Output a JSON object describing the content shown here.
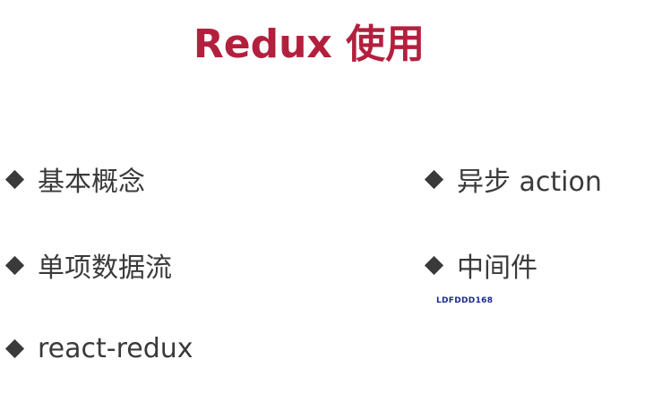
{
  "slide": {
    "title": "Redux 使用",
    "left_column": [
      {
        "label": "基本概念"
      },
      {
        "label": "单项数据流"
      },
      {
        "label": "react-redux"
      }
    ],
    "right_column": [
      {
        "label": "异步 action"
      },
      {
        "label": "中间件"
      }
    ],
    "watermark": "LDFDDD168"
  },
  "colors": {
    "title": "#b3203e",
    "text": "#3a3a3a",
    "bullet": "#3a3a3a",
    "watermark": "#1a2a8c"
  },
  "icons": {
    "bullet": "diamond-bullet-icon"
  }
}
